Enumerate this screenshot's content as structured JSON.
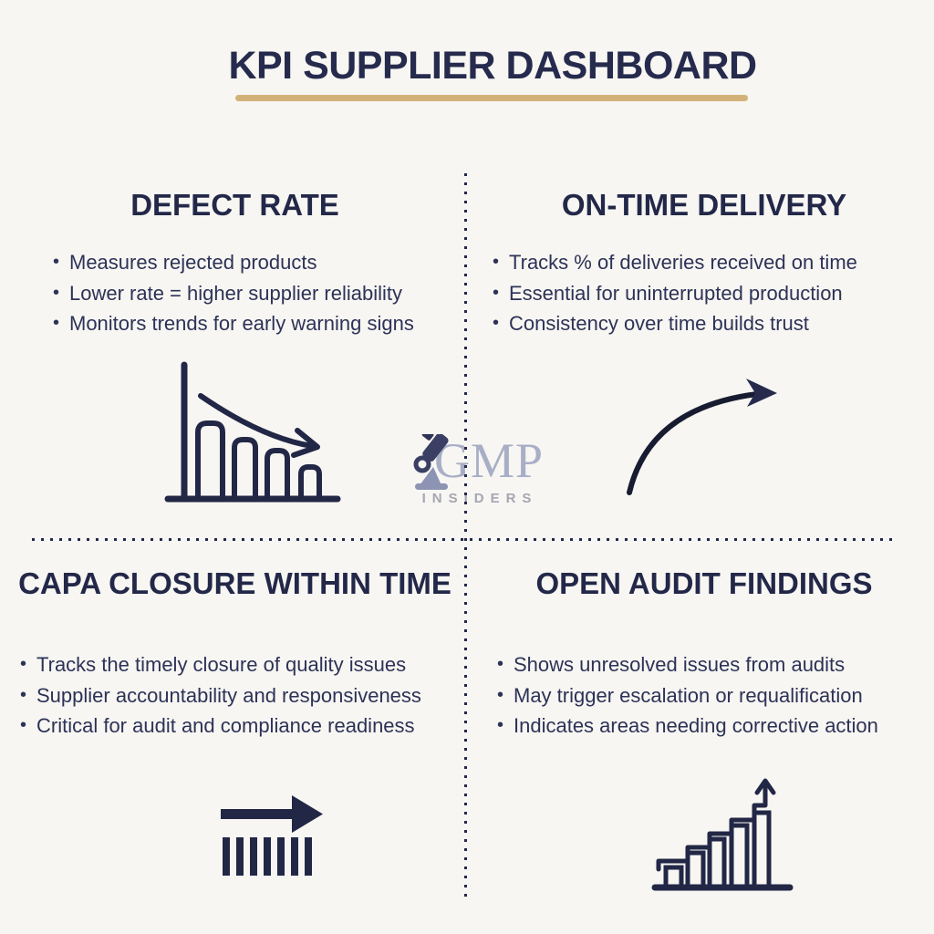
{
  "header": {
    "title": "KPI SUPPLIER DASHBOARD"
  },
  "colors": {
    "background": "#f7f6f2",
    "accent_gold": "#d2b278",
    "navy_text": "#262b4e",
    "body_text": "#2d3257",
    "icon_stroke": "#222746",
    "watermark_letters": "#a9aec7",
    "watermark_sub": "#a6a6b2"
  },
  "watermark": {
    "brand": "GMP",
    "subtitle": "INSIDERS",
    "icon": "microscope-icon"
  },
  "quadrants": [
    {
      "id": "defect-rate",
      "title": "DEFECT RATE",
      "bullets": [
        "Measures rejected products",
        "Lower rate = higher supplier reliability",
        "Monitors trends for early warning signs"
      ],
      "icon": "declining-bar-chart-arrow-icon"
    },
    {
      "id": "on-time-delivery",
      "title": "ON-TIME DELIVERY",
      "bullets": [
        "Tracks % of deliveries received on time",
        "Essential for uninterrupted production",
        "Consistency over time builds trust"
      ],
      "icon": "rising-curve-arrow-icon"
    },
    {
      "id": "capa-closure-within-time",
      "title": "CAPA CLOSURE WITHIN TIME",
      "bullets": [
        "Tracks the timely closure of quality issues",
        "Supplier accountability and responsiveness",
        "Critical for audit and compliance readiness"
      ],
      "icon": "right-arrow-tally-bars-icon"
    },
    {
      "id": "open-audit-findings",
      "title": "OPEN AUDIT FINDINGS",
      "bullets": [
        "Shows unresolved issues from audits",
        "May trigger escalation or requalification",
        "Indicates areas needing corrective action"
      ],
      "icon": "ascending-bar-chart-arrow-icon"
    }
  ]
}
